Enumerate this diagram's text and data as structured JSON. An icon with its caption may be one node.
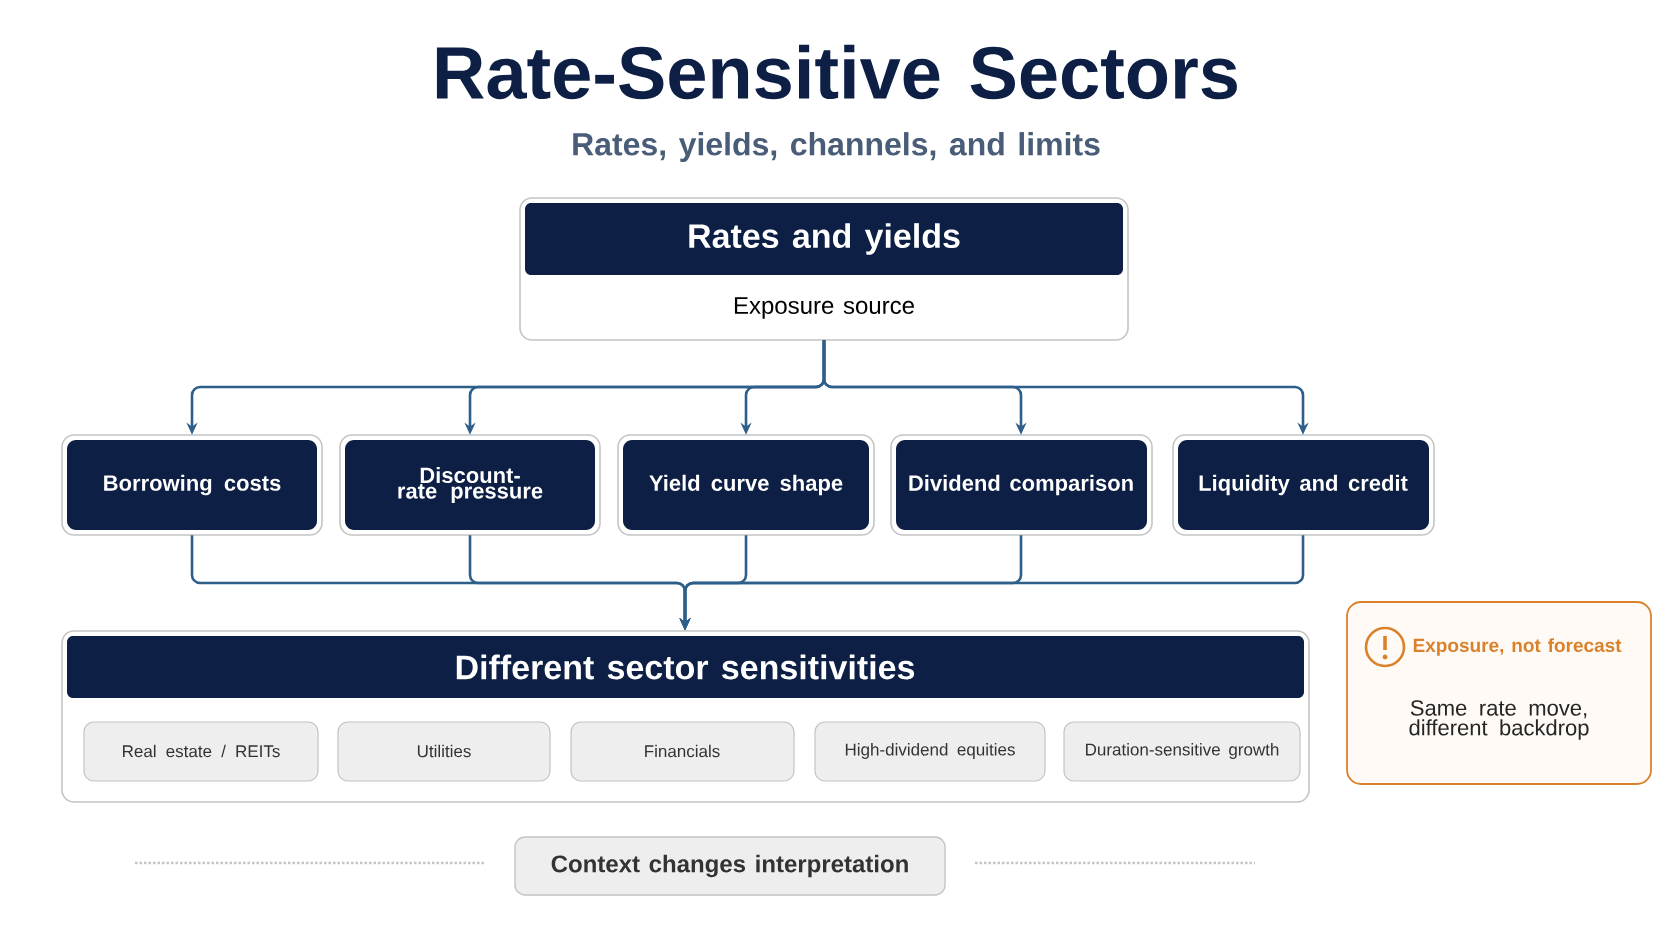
{
  "diagram": {
    "title": "Rate-Sensitive Sectors",
    "nodes": [
      {
        "text": [
          "Rates and yields",
          "Exposure source"
        ]
      },
      {
        "text": [
          "Borrowing costs"
        ]
      },
      {
        "text": [
          "Discount-rate pressure"
        ]
      },
      {
        "text": [
          "Yield curve shape"
        ]
      },
      {
        "text": [
          "Dividend comparison"
        ]
      },
      {
        "text": [
          "Liquidity and credit"
        ]
      },
      {
        "text": [
          "Different sector sensitivities"
        ]
      },
      {
        "text": [
          "Real estate / REITs"
        ],
        "in": 6
      },
      {
        "text": [
          "Utilities"
        ],
        "in": 6
      },
      {
        "text": [
          "Financials"
        ],
        "in": 6
      },
      {
        "text": [
          "High-dividend equities"
        ],
        "in": 6
      },
      {
        "text": [
          "Duration-sensitive growth"
        ],
        "in": 6
      },
      {
        "text": [
          "Exposure, not forecast",
          "Same rate move, different backdrop"
        ]
      },
      {
        "text": [
          "Context changes interpretation"
        ]
      }
    ],
    "edges": [
      {
        "from": 0,
        "to": 1,
        "arrow": "to"
      },
      {
        "from": 0,
        "to": 2,
        "arrow": "to"
      },
      {
        "from": 0,
        "to": 3,
        "arrow": "to"
      },
      {
        "from": 0,
        "to": 4,
        "arrow": "to"
      },
      {
        "from": 0,
        "to": 5,
        "arrow": "to"
      },
      {
        "from": 1,
        "to": 6,
        "arrow": "to"
      },
      {
        "from": 2,
        "to": 6,
        "arrow": "to"
      },
      {
        "from": 3,
        "to": 6,
        "arrow": "to"
      },
      {
        "from": 4,
        "to": 6,
        "arrow": "to"
      },
      {
        "from": 5,
        "to": 6,
        "arrow": "to"
      }
    ],
    "labels": [
      "Rates, yields, channels, and limits"
    ]
  }
}
